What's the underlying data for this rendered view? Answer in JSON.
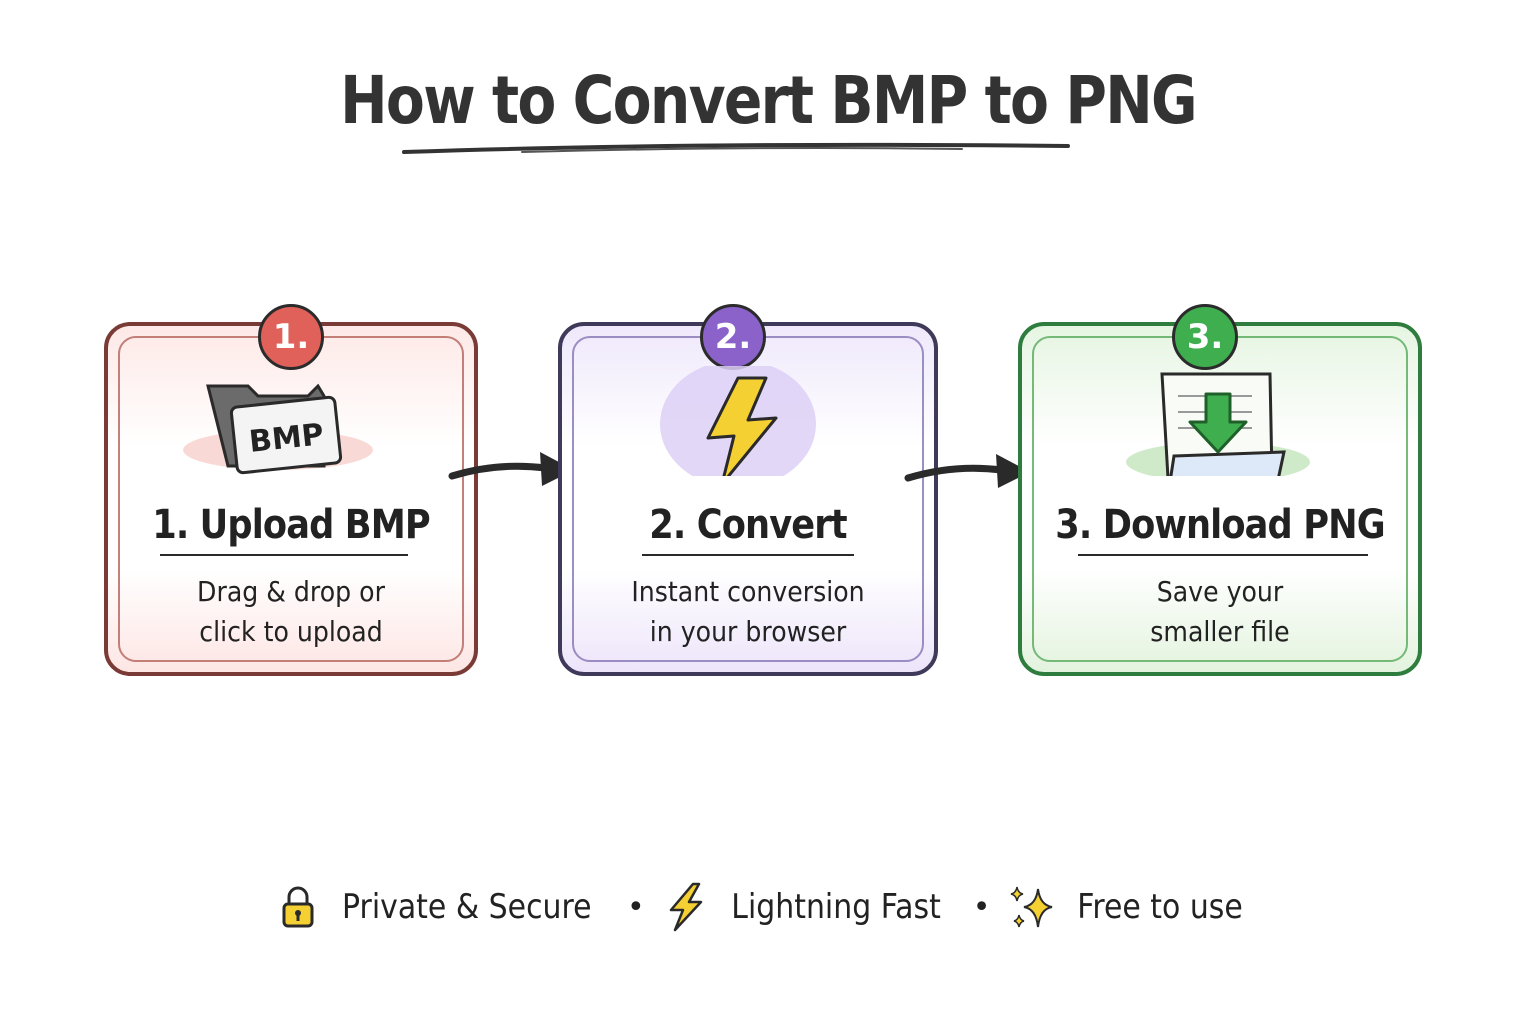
{
  "title": "How to Convert BMP to PNG",
  "steps": [
    {
      "number": "1.",
      "title": "1. Upload BMP",
      "description_line1": "Drag & drop or",
      "description_line2": "click to upload",
      "icon": "folder-bmp-icon",
      "icon_label": "BMP",
      "accent": "#e0605a"
    },
    {
      "number": "2.",
      "title": "2. Convert",
      "description_line1": "Instant conversion",
      "description_line2": "in your browser",
      "icon": "lightning-icon",
      "accent": "#8a62c9"
    },
    {
      "number": "3.",
      "title": "3. Download PNG",
      "description_line1": "Save your",
      "description_line2": "smaller file",
      "icon": "download-file-icon",
      "accent": "#3fae4f"
    }
  ],
  "footer": {
    "items": [
      {
        "icon": "lock-icon",
        "label": "Private & Secure"
      },
      {
        "icon": "lightning-icon",
        "label": "Lightning Fast"
      },
      {
        "icon": "sparkles-icon",
        "label": "Free to use"
      }
    ],
    "separator": "•"
  }
}
